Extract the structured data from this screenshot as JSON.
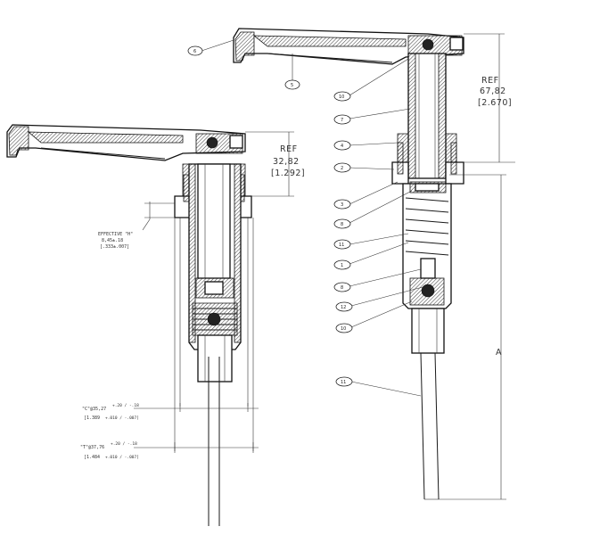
{
  "callouts_right": [
    "6",
    "5",
    "10",
    "7",
    "4",
    "2",
    "3",
    "8",
    "11",
    "1",
    "8",
    "12",
    "10",
    "11"
  ],
  "ref_right": {
    "ref": "REF",
    "mm": "67,82",
    "inch": "[2.670]"
  },
  "ref_left": {
    "ref": "REF",
    "mm": "32,82",
    "inch": "[1.292]"
  },
  "effective_h": {
    "label": "EFFECTIVE \"H\"",
    "mm": "8,45±.18",
    "inch": "[.333±.007]"
  },
  "dim_upper": {
    "main": "\"C\"@35,27",
    "tol": "+.20 / -.18",
    "inch": "[1.389",
    "inch_tol": "+.010 / -.007]"
  },
  "dim_lower": {
    "main": "\"T\"@37,76",
    "tol": "+.20 / -.18",
    "inch": "[1.484",
    "inch_tol": "+.010 / -.007]"
  },
  "dim_a": "A"
}
